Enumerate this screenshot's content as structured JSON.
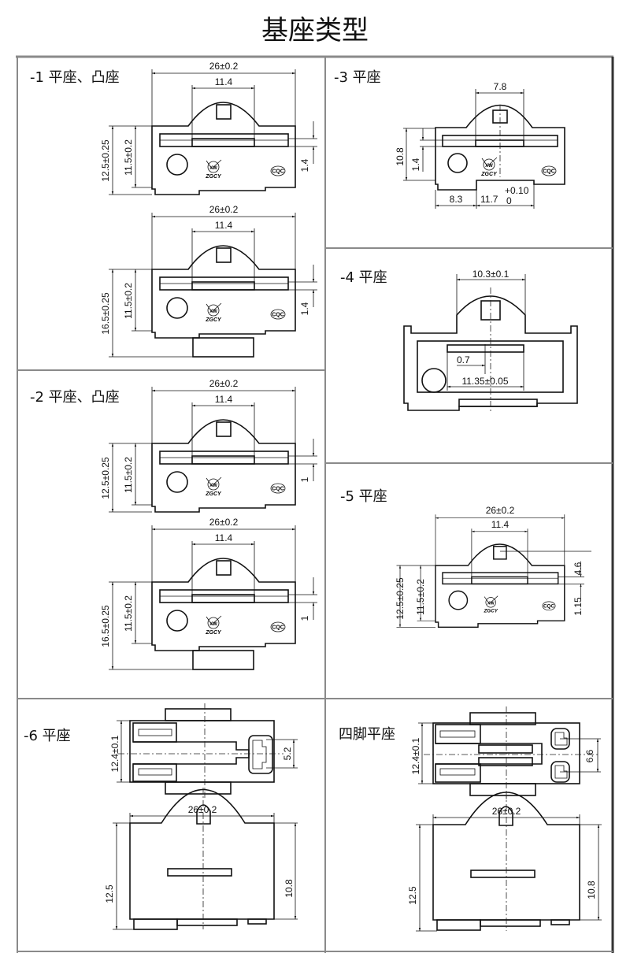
{
  "title": "基座类型",
  "sections": {
    "s1": {
      "label": "-1 平座、凸座",
      "d1": {
        "w": "26±0.2",
        "iw": "11.4",
        "h": "12.5±0.25",
        "h2": "11.5±0.2",
        "r": "1.4"
      },
      "d2": {
        "w": "26±0.2",
        "iw": "11.4",
        "h": "16.5±0.25",
        "h2": "11.5±0.2",
        "r": "1.4"
      }
    },
    "s2": {
      "label": "-2 平座、凸座",
      "d1": {
        "w": "26±0.2",
        "iw": "11.4",
        "h": "12.5±0.25",
        "h2": "11.5±0.2",
        "r": "1"
      },
      "d2": {
        "w": "26±0.2",
        "iw": "11.4",
        "h": "16.5±0.25",
        "h2": "11.5±0.2",
        "r": "1"
      }
    },
    "s3": {
      "label": "-3 平座",
      "w": "7.8",
      "h": "10.8",
      "h2": "1.4",
      "b1": "8.3",
      "b2": "11.7",
      "b2_tol_upper": "+0.10",
      "b2_tol_lower": "0"
    },
    "s4": {
      "label": "-4 平座",
      "w": "10.3±0.1",
      "a": "0.7",
      "b": "11.35±0.05"
    },
    "s5": {
      "label": "-5 平座",
      "w": "26±0.2",
      "iw": "11.4",
      "h": "12.5±0.25",
      "h2": "11.5±0.2",
      "r1": "4.6",
      "r2": "1.15"
    },
    "s6": {
      "label": "-6 平座",
      "h": "12.4±0.1",
      "c": "5.2",
      "w": "26±0.2",
      "fh": "12.5",
      "fh2": "10.8"
    },
    "s7": {
      "label": "四脚平座",
      "h": "12.4±0.1",
      "c": "6.6",
      "w": "26±0.2",
      "fh": "12.5",
      "fh2": "10.8"
    }
  },
  "logo": {
    "brand": "ZGCY",
    "mark": "XW",
    "cert": "CQC"
  },
  "colors": {
    "frame": "#8a8a8a",
    "line": "#111111"
  }
}
